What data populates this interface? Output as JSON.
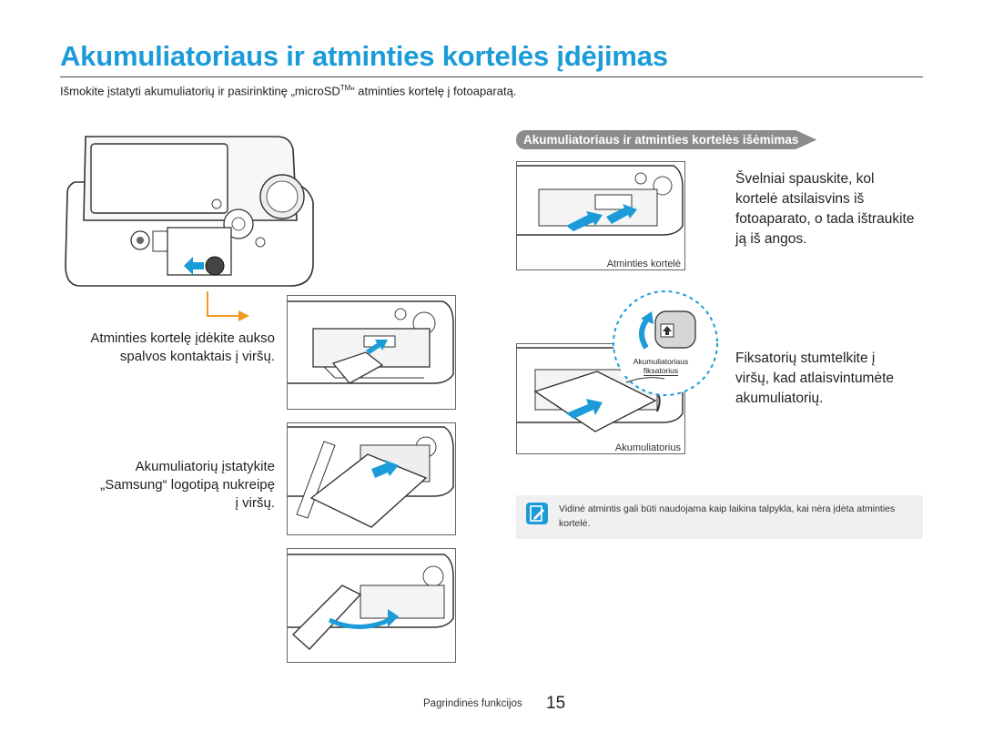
{
  "page": {
    "title": "Akumuliatoriaus ir atminties kortelės įdėjimas",
    "intro_before": "Išmokite įstatyti akumuliatorių ir pasirinktinę „microSD",
    "intro_tm": "TM",
    "intro_after": "“ atminties kortelę į fotoaparatą."
  },
  "left_steps": {
    "card_insert": [
      "Atminties kortelę įdėkite aukso",
      "spalvos kontaktais į viršų."
    ],
    "battery_insert": [
      "Akumuliatorių įstatykite",
      "„Samsung“ logotipą nukreipę",
      "į viršų."
    ]
  },
  "removal": {
    "heading": "Akumuliatoriaus ir atminties kortelės išėmimas",
    "card_caption": "Atminties kortelė",
    "card_text": [
      "Švelniai spauskite, kol",
      "kortelė atsilaisvins iš",
      "fotoaparato, o tada ištraukite",
      "ją iš angos."
    ],
    "lock_label_1": "Akumuliatoriaus",
    "lock_label_2": "fiksatorius",
    "battery_caption": "Akumuliatorius",
    "battery_text": [
      "Fiksatorių stumtelkite į",
      "viršų, kad atlaisvintumėte",
      "akumuliatorių."
    ]
  },
  "note": {
    "icon": "note-pencil-icon",
    "text": "Vidinė atmintis gali būti naudojama kaip laikina talpykla, kai nėra įdėta atminties kortelė."
  },
  "footer": {
    "section": "Pagrindinės funkcijos",
    "page_number": "15"
  },
  "colors": {
    "accent": "#1b9bd7",
    "arrow_orange": "#f39a1e",
    "pill_gray": "#8c8c8c"
  }
}
